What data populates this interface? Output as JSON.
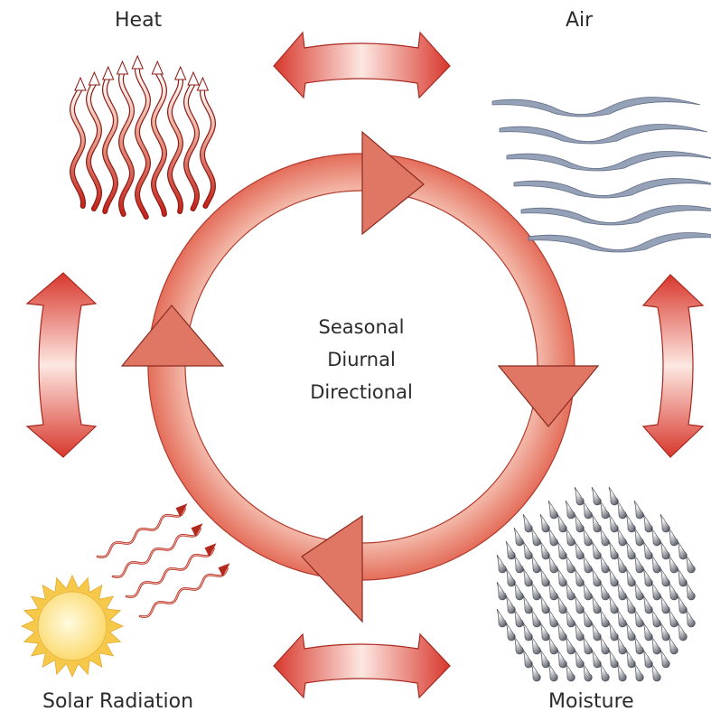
{
  "labels": {
    "heat": "Heat",
    "air": "Air",
    "solar": "Solar Radiation",
    "moisture": "Moisture"
  },
  "center": [
    "Seasonal",
    "Diurnal",
    "Directional"
  ],
  "colors": {
    "arrow_dark": "#d6322a",
    "arrow_light": "#fbe3dd",
    "cycle_fill": "#ea8a78",
    "cycle_triangle": "#e07664",
    "air_wave": "#8f9cb4",
    "sun_fill": "#fbe07a",
    "sun_rays": "#f7c94a",
    "moisture_drop": "#6a6e78",
    "radiation_wave": "#b22a1e"
  }
}
